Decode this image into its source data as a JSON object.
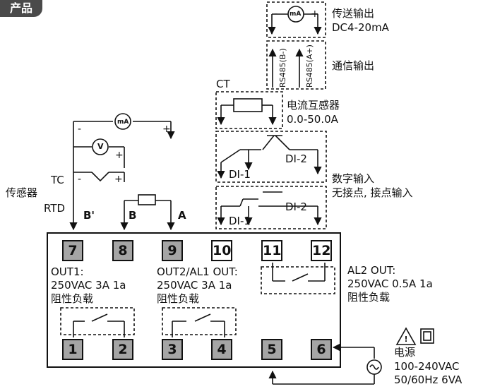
{
  "header": {
    "tab_label": "产品"
  },
  "outputs": {
    "transmit": {
      "label": "传送输出",
      "range": "DC4-20mA",
      "meter": "mA"
    },
    "comm": {
      "label": "通信输出",
      "pin_a": "RS485(B-)",
      "pin_b": "RS485(A+)"
    },
    "ct": {
      "tag": "CT",
      "label": "电流互感器",
      "range": "0.0-50.0A"
    },
    "digital": {
      "label": "数字输入",
      "desc": "无接点, 接点输入",
      "di1": "DI-1",
      "di2": "DI-2"
    }
  },
  "sensor": {
    "label": "传感器",
    "tc": "TC",
    "rtd": "RTD",
    "meter_ma": "mA",
    "meter_v": "V",
    "minus": "-",
    "plus": "+",
    "pin_b_prime": "B'",
    "pin_b": "B",
    "pin_a": "A"
  },
  "terminals": {
    "top": [
      "7",
      "8",
      "9",
      "10",
      "11",
      "12"
    ],
    "bottom": [
      "1",
      "2",
      "3",
      "4",
      "5",
      "6"
    ]
  },
  "relays": {
    "out1": {
      "title": "OUT1:",
      "rating": "250VAC 3A 1a",
      "load": "阻性负载"
    },
    "out2": {
      "title": "OUT2/AL1 OUT:",
      "rating": "250VAC 3A 1a",
      "load": "阻性负载"
    },
    "al2": {
      "title": "AL2 OUT:",
      "rating": "250VAC 0.5A 1a",
      "load": "阻性负载"
    }
  },
  "power": {
    "label": "电源",
    "voltage": "100-240VAC",
    "freq": "50/60Hz 6VA"
  }
}
